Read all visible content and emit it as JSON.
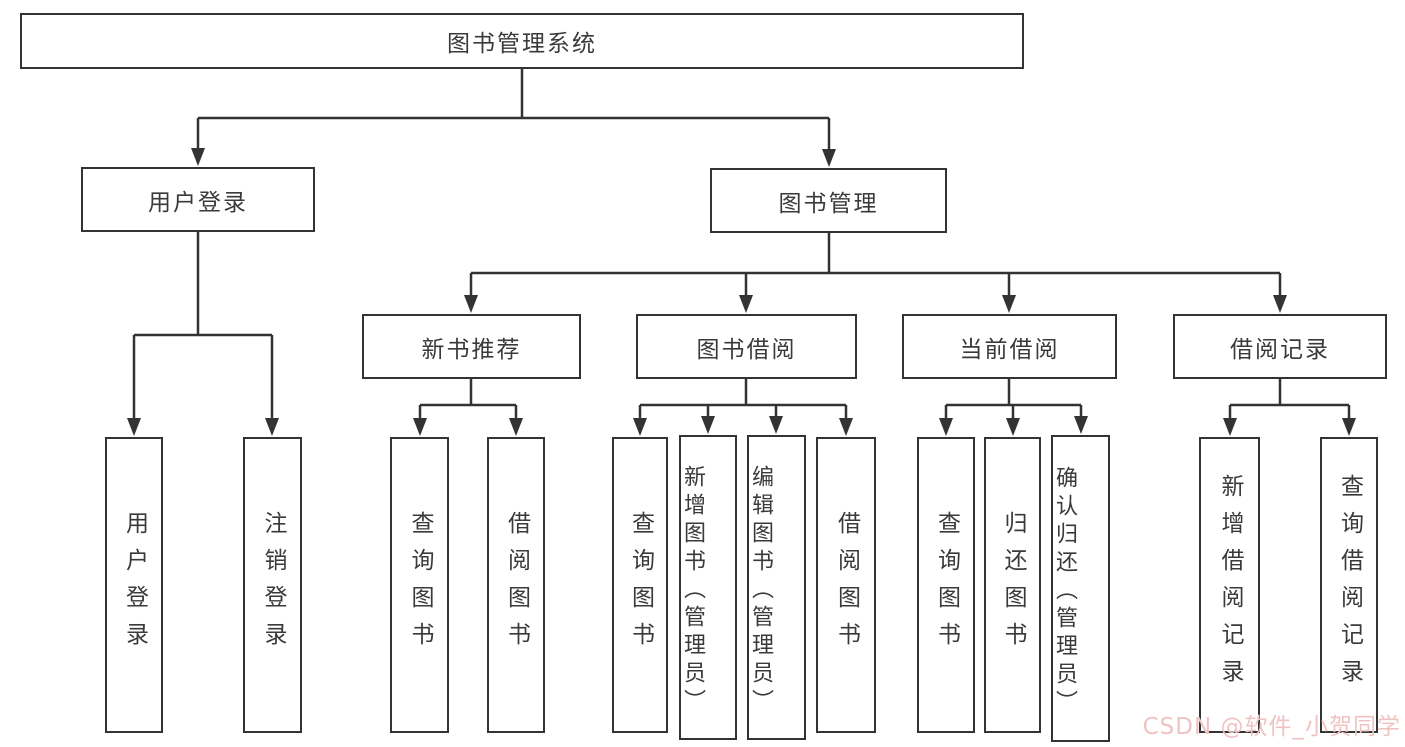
{
  "tree": {
    "root": {
      "label": "图书管理系统",
      "children": [
        {
          "label": "用户登录",
          "children": [
            {
              "label": "用户登录"
            },
            {
              "label": "注销登录"
            }
          ]
        },
        {
          "label": "图书管理",
          "children": [
            {
              "label": "新书推荐",
              "children": [
                {
                  "label": "查询图书"
                },
                {
                  "label": "借阅图书"
                }
              ]
            },
            {
              "label": "图书借阅",
              "children": [
                {
                  "label": "查询图书"
                },
                {
                  "label": "新增图书（管理员）"
                },
                {
                  "label": "编辑图书（管理员）"
                },
                {
                  "label": "借阅图书"
                }
              ]
            },
            {
              "label": "当前借阅",
              "children": [
                {
                  "label": "查询图书"
                },
                {
                  "label": "归还图书"
                },
                {
                  "label": "确认归还（管理员）"
                }
              ]
            },
            {
              "label": "借阅记录",
              "children": [
                {
                  "label": "新增借阅记录"
                },
                {
                  "label": "查询借阅记录"
                }
              ]
            }
          ]
        }
      ]
    }
  },
  "watermark": {
    "text": "CSDN @软件_小贺同学",
    "color": "#f0c3c3"
  },
  "colors": {
    "line": "#333333",
    "box_border": "#333333",
    "text": "#3a3a3a",
    "background": "#ffffff"
  }
}
